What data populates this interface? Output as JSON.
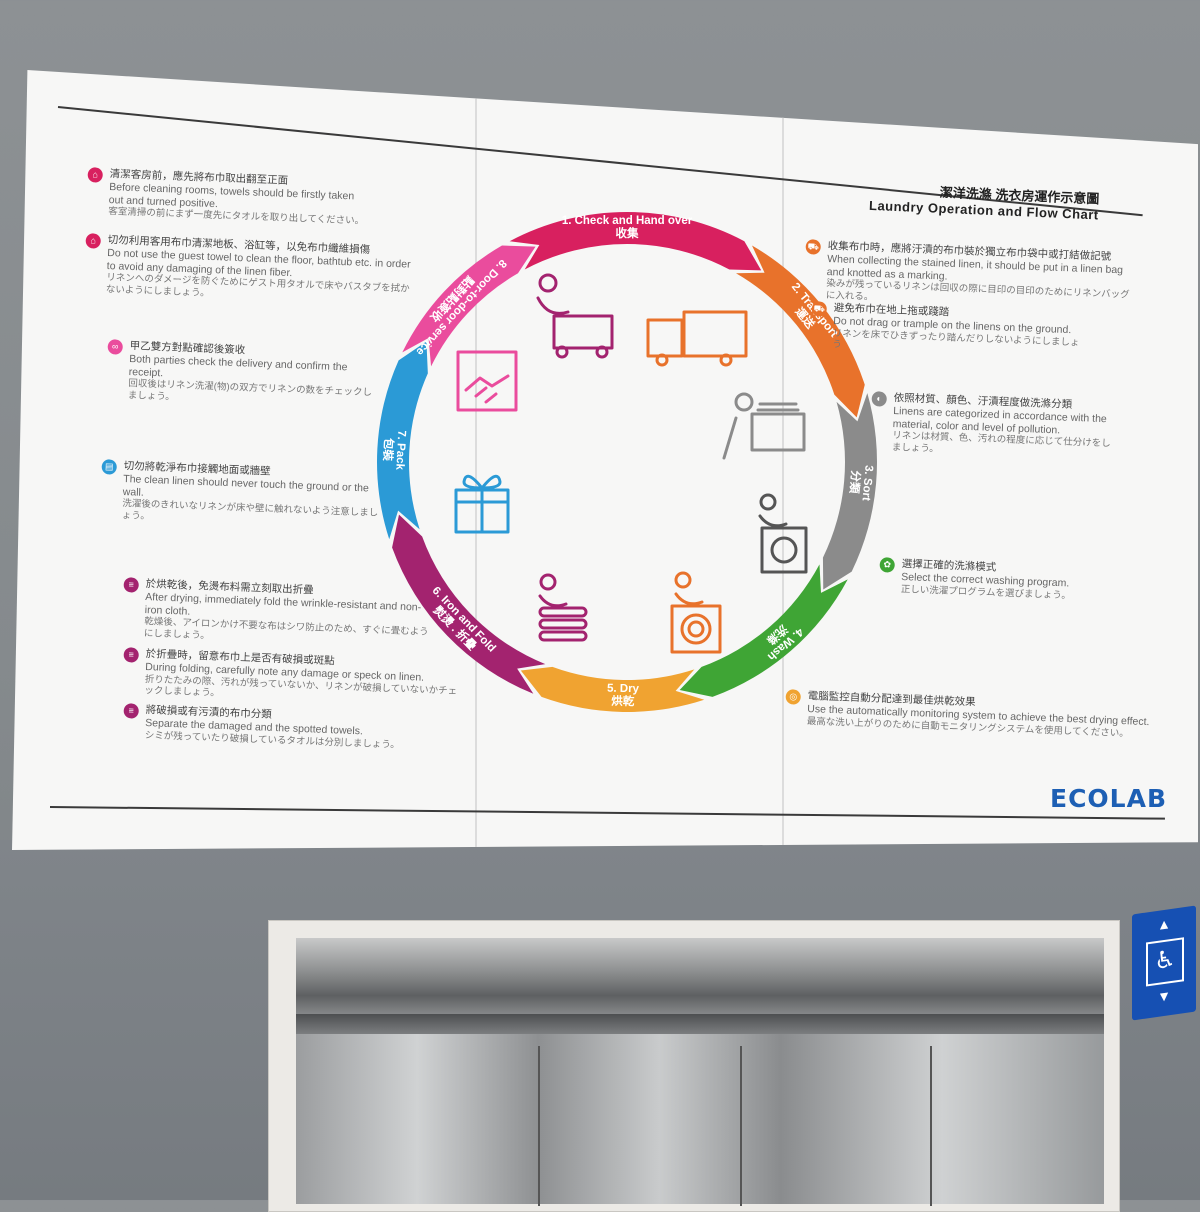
{
  "colors": {
    "step1": "#d8205f",
    "step2": "#e8722b",
    "step3": "#8b8b8b",
    "step4": "#3fa535",
    "step5": "#f0a331",
    "step6": "#a3236f",
    "step7": "#2b9ad6",
    "step8": "#ea4c9d",
    "logo": "#1d5fb4"
  },
  "title": {
    "zh": "潔洋洗滌 洗衣房運作示意圖",
    "en": "Laundry Operation and Flow Chart"
  },
  "steps": [
    {
      "en": "1. Check and Hand over",
      "zh": "收集"
    },
    {
      "en": "2. Transport",
      "zh": "運送"
    },
    {
      "en": "3. Sort",
      "zh": "分類"
    },
    {
      "en": "4. Wash",
      "zh": "洗滌"
    },
    {
      "en": "5. Dry",
      "zh": "烘乾"
    },
    {
      "en": "6. Iron and Fold",
      "zh": "熨燙 . 折疊"
    },
    {
      "en": "7. Pack",
      "zh": "包裝"
    },
    {
      "en": "8. Door-to-door service",
      "zh": "點對點簽收"
    }
  ],
  "left_notes": [
    {
      "zh": "清潔客房前，應先將布巾取出翻至正面",
      "en": "Before cleaning rooms, towels should be firstly taken out and turned positive.",
      "ja": "客室清掃の前にまず一度先にタオルを取り出してください。"
    },
    {
      "zh": "切勿利用客用布巾清潔地板、浴缸等，以免布巾纖維損傷",
      "en": "Do not use the guest towel to clean the floor, bathtub etc. in order to avoid any damaging of the linen fiber.",
      "ja": "リネンへのダメージを防ぐためにゲスト用タオルで床やバスタブを拭かないようにしましょう。"
    },
    {
      "zh": "甲乙雙方對點確認後簽收",
      "en": "Both parties check the delivery and confirm the receipt.",
      "ja": "回収後はリネン洗濯(物)の双方でリネンの数をチェックしましょう。"
    },
    {
      "zh": "切勿將乾淨布巾接觸地面或牆壁",
      "en": "The clean linen should never touch the ground or the wall.",
      "ja": "洗濯後のきれいなリネンが床や壁に触れないよう注意しましょう。"
    },
    {
      "zh": "於烘乾後，免燙布料需立刻取出折疊",
      "en": "After drying, immediately fold the wrinkle-resistant and non-iron cloth.",
      "ja": "乾燥後、アイロンかけ不要な布はシワ防止のため、すぐに畳むようにしましょう。"
    },
    {
      "zh": "於折疊時，留意布巾上是否有破損或斑點",
      "en": "During folding, carefully note any damage or speck on linen.",
      "ja": "折りたたみの際、汚れが残っていないか、リネンが破損していないかチェックしましょう。"
    },
    {
      "zh": "將破損或有污漬的布巾分類",
      "en": "Separate the damaged and the spotted towels.",
      "ja": "シミが残っていたり破損しているタオルは分別しましょう。"
    }
  ],
  "right_notes": [
    {
      "zh": "收集布巾時，應將汙漬的布巾裝於獨立布巾袋中或打結做記號",
      "en": "When collecting the stained linen, it should be put in a linen bag and knotted as a marking.",
      "ja": "染みが残っているリネンは回収の際に目印の目印のためにリネンバッグに入れる。"
    },
    {
      "zh": "避免布巾在地上拖或踐踏",
      "en": "Do not drag or trample on the linens on the ground.",
      "ja": "リネンを床でひきずったり踏んだりしないようにしましょう"
    },
    {
      "zh": "依照材質、顏色、汙漬程度做洗滌分類",
      "en": "Linens are categorized in accordance with the material, color and level of pollution.",
      "ja": "リネンは材質、色、汚れの程度に応じて仕分けをしましょう。"
    },
    {
      "zh": "選擇正確的洗滌模式",
      "en": "Select the correct washing program.",
      "ja": "正しい洗濯プログラムを選びましょう。"
    },
    {
      "zh": "電腦監控自動分配達到最佳烘乾效果",
      "en": "Use the automatically monitoring system to achieve the best drying effect.",
      "ja": "最高な洗い上がりのために自動モニタリングシステムを使用してください。"
    }
  ],
  "logo": "ECOLAB"
}
